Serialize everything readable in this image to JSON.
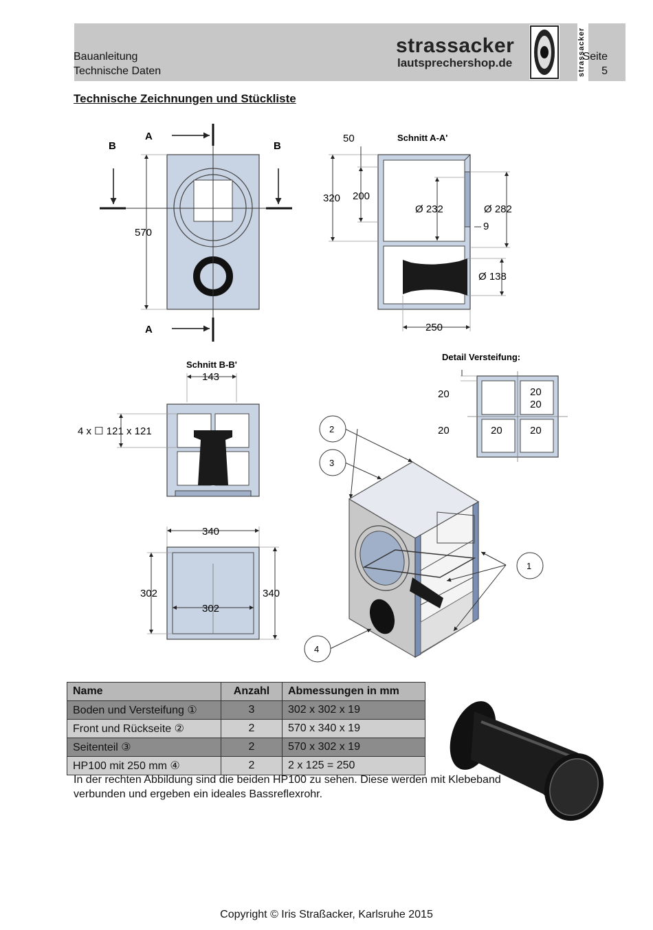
{
  "header": {
    "left_line1": "Bauanleitung",
    "left_line2": "Technische Daten",
    "brand": "strassacker",
    "brand_sub": "lautsprechershop.de",
    "logo_vertical": "strassacker",
    "page_label": "Seite",
    "page_number": "5"
  },
  "title": "Technische Zeichnungen und Stückliste",
  "drawing": {
    "front_labels": {
      "a_top": "A",
      "a_bottom": "A",
      "b_left": "B",
      "b_right": "B",
      "height": "570"
    },
    "section_aa": {
      "title": "Schnitt A-A'",
      "d50": "50",
      "d320": "320",
      "d200": "200",
      "d232": "Ø 232",
      "d282": "Ø 282",
      "d9": "9",
      "d138": "Ø 138",
      "d250": "250"
    },
    "section_bb": {
      "title": "Schnitt B-B'",
      "d143": "143",
      "squares": "4 x ☐ 121  x 121"
    },
    "detail": {
      "title": "Detail Versteifung:",
      "v20": "20"
    },
    "top_view": {
      "d340_top": "340",
      "d302_left": "302",
      "d302_inner": "302",
      "d340_right": "340"
    },
    "callouts": [
      "1",
      "2",
      "3",
      "4"
    ]
  },
  "table": {
    "headers": [
      "Name",
      "Anzahl",
      "Abmessungen in mm"
    ],
    "rows": [
      {
        "name": "Boden und Versteifung ①",
        "count": "3",
        "dims": "302 x 302 x 19"
      },
      {
        "name": "Front und Rückseite ②",
        "count": "2",
        "dims": "570 x 340 x 19"
      },
      {
        "name": "Seitenteil ③",
        "count": "2",
        "dims": "570 x 302 x 19"
      },
      {
        "name": "HP100 mit 250 mm ④",
        "count": "2",
        "dims": "2 x 125 = 250"
      }
    ]
  },
  "note": "In der rechten Abbildung sind die beiden HP100 zu sehen. Diese werden mit Klebeband verbunden und ergeben ein ideales Bassreflexrohr.",
  "copyright": "Copyright © Iris Straßacker, Karlsruhe 2015",
  "colors": {
    "panel": "#c8d3e3",
    "header_bg": "#c7c7c7",
    "dark_row": "#8c8c8c",
    "light_row": "#cfcfcf"
  }
}
